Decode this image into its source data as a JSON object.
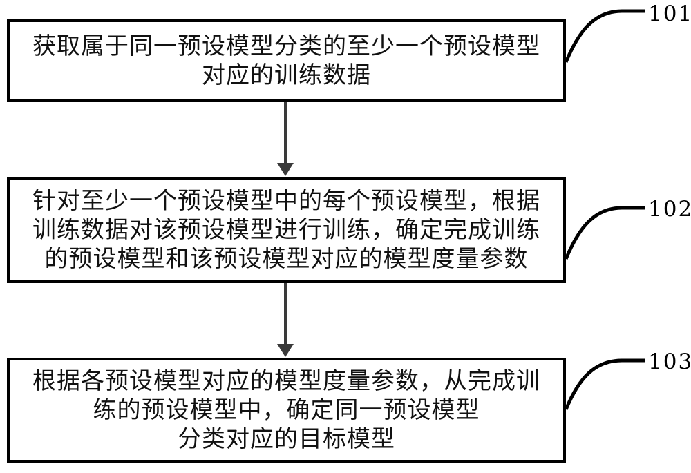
{
  "figure": {
    "steps": [
      {
        "id": "101",
        "lines": [
          "获取属于同一预设模型分类的至少一个预设模型",
          "对应的训练数据"
        ]
      },
      {
        "id": "102",
        "lines": [
          "针对至少一个预设模型中的每个预设模型，根据",
          "训练数据对该预设模型进行训练，确定完成训练",
          "的预设模型和该预设模型对应的模型度量参数"
        ]
      },
      {
        "id": "103",
        "lines": [
          "根据各预设模型对应的模型度量参数，从完成训",
          "练的预设模型中，确定同一预设模型",
          "分类对应的目标模型"
        ]
      }
    ]
  },
  "colors": {
    "box_border": "#000000",
    "connector_line": "#000000",
    "flow_arrow": "#3a3a3a",
    "text": "#111111",
    "background": "#ffffff"
  }
}
